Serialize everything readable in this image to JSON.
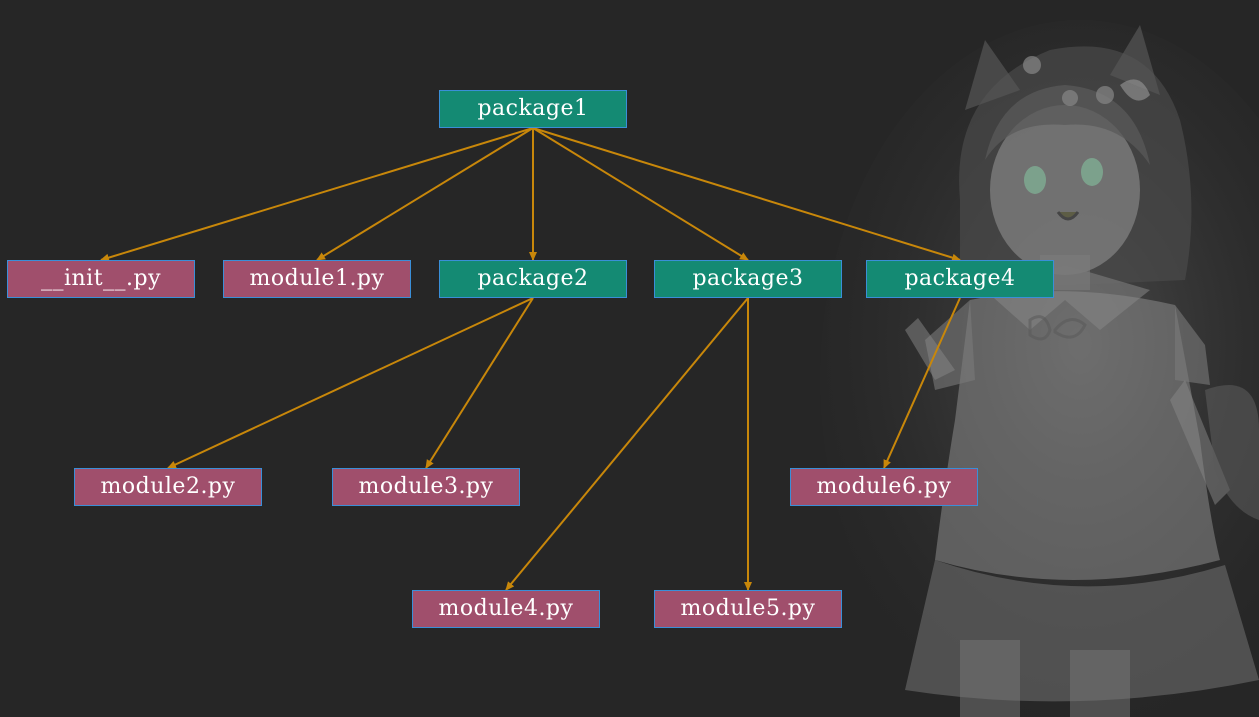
{
  "colors": {
    "background": "#262626",
    "package_fill": "#148a73",
    "module_fill": "#a04f6c",
    "node_border": "#3a8fd8",
    "edge": "#c8870a",
    "text": "#ffffff"
  },
  "nodes": {
    "package1": "package1",
    "package2": "package2",
    "package3": "package3",
    "package4": "package4",
    "init": "__init__.py",
    "module1": "module1.py",
    "module2": "module2.py",
    "module3": "module3.py",
    "module4": "module4.py",
    "module5": "module5.py",
    "module6": "module6.py"
  },
  "edges": [
    [
      "package1",
      "init"
    ],
    [
      "package1",
      "module1"
    ],
    [
      "package1",
      "package2"
    ],
    [
      "package1",
      "package3"
    ],
    [
      "package1",
      "package4"
    ],
    [
      "package2",
      "module2"
    ],
    [
      "package2",
      "module3"
    ],
    [
      "package3",
      "module4"
    ],
    [
      "package3",
      "module5"
    ],
    [
      "package4",
      "module6"
    ]
  ],
  "decoration": {
    "background_illustration": "anime-girl-illustration"
  }
}
